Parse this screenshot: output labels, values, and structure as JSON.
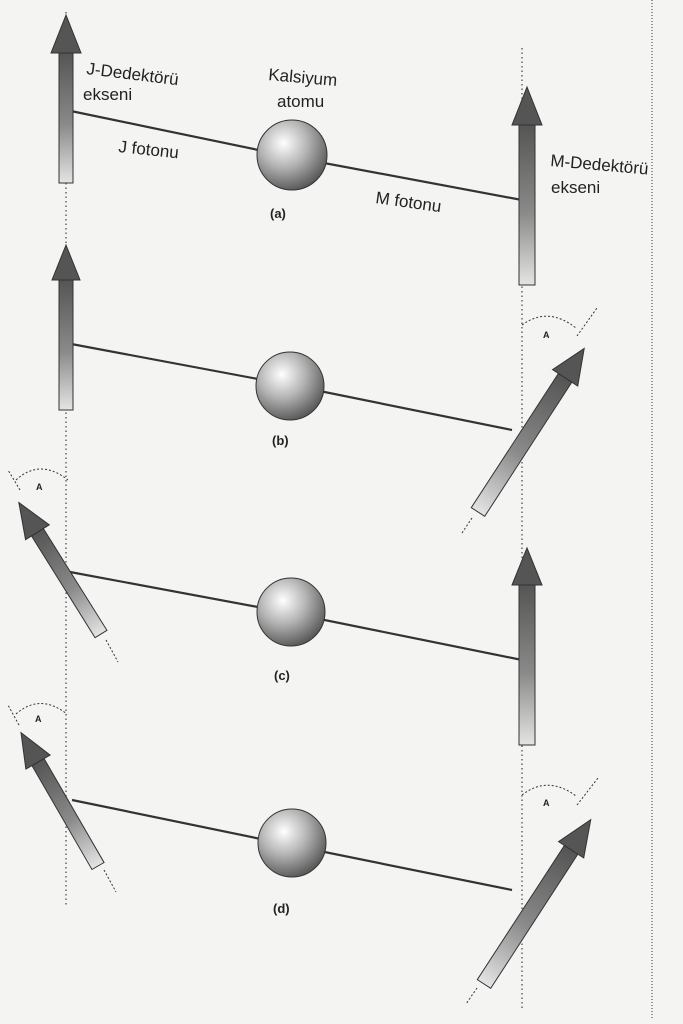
{
  "labels": {
    "j_detector_line1": "J-Dedektörü",
    "j_detector_line2": "ekseni",
    "calcium_line1": "Kalsiyum",
    "calcium_line2": "atomu",
    "m_detector_line1": "M-Dedektörü",
    "m_detector_line2": "ekseni",
    "j_photon": "J fotonu",
    "m_photon": "M fotonu"
  },
  "panels": [
    {
      "caption": "(a)",
      "j_rotated": false,
      "m_rotated": false
    },
    {
      "caption": "(b)",
      "j_rotated": false,
      "m_rotated": true
    },
    {
      "caption": "(c)",
      "j_rotated": true,
      "m_rotated": false
    },
    {
      "caption": "(d)",
      "j_rotated": true,
      "m_rotated": true
    }
  ],
  "angle_symbol": "A"
}
